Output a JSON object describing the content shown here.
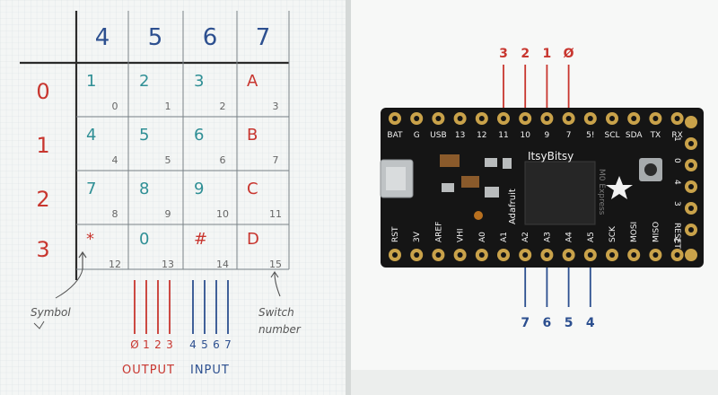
{
  "colors": {
    "paper": "#f4f6f5",
    "grid": "#c9d3d8",
    "ink_black": "#222222",
    "ink_blue": "#2c4f8f",
    "ink_teal": "#2f8f95",
    "ink_red": "#c8362f",
    "ink_grey": "#666666",
    "board": "#151515",
    "pad_gold": "#c9a24a"
  },
  "keypad": {
    "col_headers": [
      "4",
      "5",
      "6",
      "7"
    ],
    "row_headers": [
      "0",
      "1",
      "2",
      "3"
    ],
    "rows": [
      [
        {
          "symbol": "1",
          "switch": "0",
          "color": "teal"
        },
        {
          "symbol": "2",
          "switch": "1",
          "color": "teal"
        },
        {
          "symbol": "3",
          "switch": "2",
          "color": "teal"
        },
        {
          "symbol": "A",
          "switch": "3",
          "color": "red"
        }
      ],
      [
        {
          "symbol": "4",
          "switch": "4",
          "color": "teal"
        },
        {
          "symbol": "5",
          "switch": "5",
          "color": "teal"
        },
        {
          "symbol": "6",
          "switch": "6",
          "color": "teal"
        },
        {
          "symbol": "B",
          "switch": "7",
          "color": "red"
        }
      ],
      [
        {
          "symbol": "7",
          "switch": "8",
          "color": "teal"
        },
        {
          "symbol": "8",
          "switch": "9",
          "color": "teal"
        },
        {
          "symbol": "9",
          "switch": "10",
          "color": "teal"
        },
        {
          "symbol": "C",
          "switch": "11",
          "color": "red"
        }
      ],
      [
        {
          "symbol": "*",
          "switch": "12",
          "color": "red"
        },
        {
          "symbol": "0",
          "switch": "13",
          "color": "teal"
        },
        {
          "symbol": "#",
          "switch": "14",
          "color": "red"
        },
        {
          "symbol": "D",
          "switch": "15",
          "color": "red"
        }
      ]
    ]
  },
  "annotations": {
    "symbol": "Symbol",
    "switch_line1": "Switch",
    "switch_line2": "number",
    "output_label": "OUTPUT",
    "input_label": "INPUT",
    "output_numbers": [
      "Ø",
      "1",
      "2",
      "3"
    ],
    "input_numbers": [
      "4",
      "5",
      "6",
      "7"
    ]
  },
  "board": {
    "name": "ItsyBitsy",
    "brand": "Adafruit",
    "chip_text": "M0 Express",
    "top_pins": [
      "BAT",
      "G",
      "USB",
      "13",
      "12",
      "11",
      "10",
      "9",
      "7",
      "5!",
      "SCL",
      "SDA",
      "TX",
      "RX"
    ],
    "bottom_pins": [
      "RST",
      "3V",
      "AREF",
      "VHI",
      "A0",
      "A1",
      "A2",
      "A3",
      "A4",
      "A5",
      "SCK",
      "MOSI",
      "MISO",
      "2"
    ],
    "right_pins": [
      "1",
      "0",
      "4",
      "3",
      "RESET"
    ],
    "top_wire_labels": [
      "3",
      "2",
      "1",
      "Ø"
    ],
    "bottom_wire_labels": [
      "7",
      "6",
      "5",
      "4"
    ]
  }
}
